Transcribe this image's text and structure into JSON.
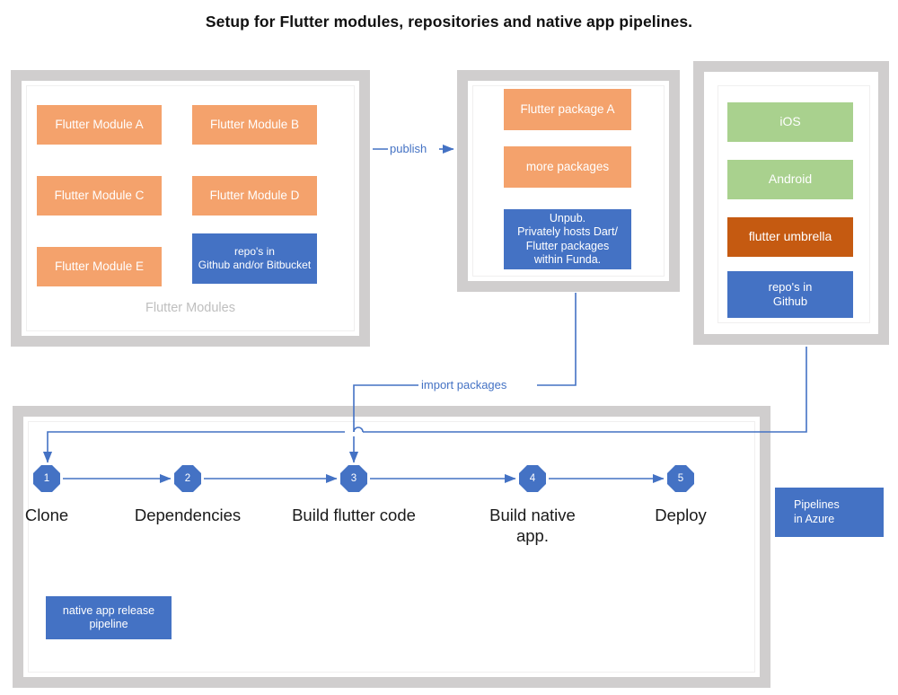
{
  "title": "Setup for Flutter modules, repositories and native app pipelines.",
  "colors": {
    "orange": "#f4a26c",
    "orange_dark": "#c55a11",
    "green": "#a9d18e",
    "blue": "#4472c4",
    "panel_gray": "#d0cece",
    "connector_blue": "#4472c4",
    "caption_gray": "#bfbfbf"
  },
  "modules_panel": {
    "caption": "Flutter Modules",
    "modules": [
      {
        "label": "Flutter Module A"
      },
      {
        "label": "Flutter Module B"
      },
      {
        "label": "Flutter Module C"
      },
      {
        "label": "Flutter Module D"
      },
      {
        "label": "Flutter Module E"
      }
    ],
    "repo_box": {
      "label": "repo's in\nGithub and/or Bitbucket",
      "line1": "repo's in",
      "line2": "Github and/or Bitbucket"
    }
  },
  "packages_panel": {
    "packages": [
      {
        "label": "Flutter package A"
      },
      {
        "label": "more packages"
      }
    ],
    "unpub_box": {
      "line1": "Unpub.",
      "line2": "Privately hosts Dart/",
      "line3": "Flutter packages",
      "line4": "within Funda."
    }
  },
  "native_panel": {
    "items": [
      {
        "label": "iOS",
        "color": "green"
      },
      {
        "label": "Android",
        "color": "green"
      },
      {
        "label": "flutter umbrella",
        "color": "orange-dark"
      }
    ],
    "repo_box": {
      "line1": "repo's in",
      "line2": "Github"
    }
  },
  "connectors": {
    "publish": "publish",
    "import_packages": "import packages"
  },
  "pipeline": {
    "steps": [
      {
        "number": "1",
        "label": "Clone"
      },
      {
        "number": "2",
        "label": "Dependencies"
      },
      {
        "number": "3",
        "label": "Build flutter code"
      },
      {
        "number": "4",
        "label": "Build native\napp.",
        "line1": "Build native",
        "line2": "app."
      },
      {
        "number": "5",
        "label": "Deploy"
      }
    ],
    "release_box": {
      "line1": "native app release",
      "line2": "pipeline"
    }
  },
  "azure_box": {
    "line1": "Pipelines",
    "line2": "in Azure"
  }
}
